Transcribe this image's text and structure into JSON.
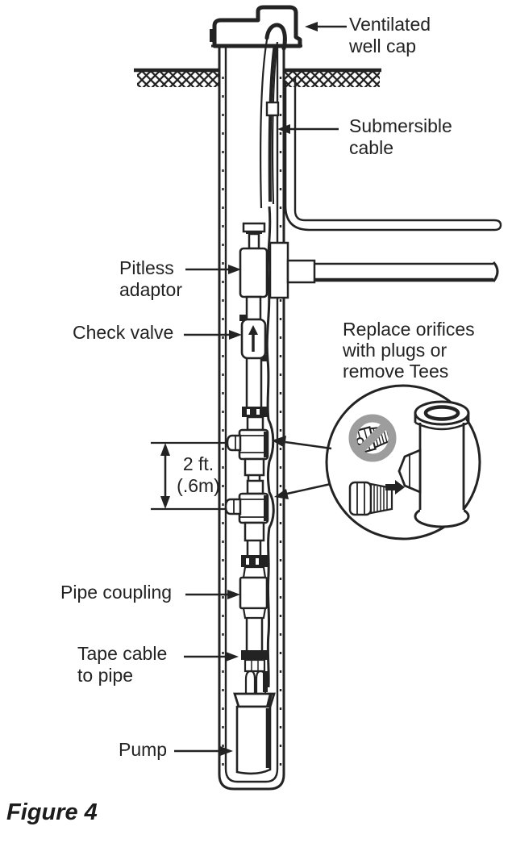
{
  "figure": {
    "caption": "Figure 4"
  },
  "labels": {
    "ventilated_well_cap": {
      "line1": "Ventilated",
      "line2": "well cap"
    },
    "submersible_cable": {
      "line1": "Submersible",
      "line2": "cable"
    },
    "pitless_adaptor": {
      "line1": "Pitless",
      "line2": "adaptor"
    },
    "check_valve": "Check valve",
    "replace_orifices": {
      "line1": "Replace orifices",
      "line2": "with plugs or",
      "line3": "remove Tees"
    },
    "dimension": {
      "line1": "2 ft.",
      "line2": "(.6m)"
    },
    "pipe_coupling": "Pipe coupling",
    "tape_cable": {
      "line1": "Tape cable",
      "line2": "to pipe"
    },
    "pump": "Pump"
  },
  "icons": {
    "prohibition": "no-symbol-icon",
    "check_valve_flow": "up-arrow-icon",
    "label_pointer": "filled-arrow-icon",
    "dimension_arrow": "double-headed-arrow-icon"
  },
  "colors": {
    "ink": "#232323",
    "prohibition_gray": "#9d9d9d",
    "paper": "#ffffff"
  }
}
